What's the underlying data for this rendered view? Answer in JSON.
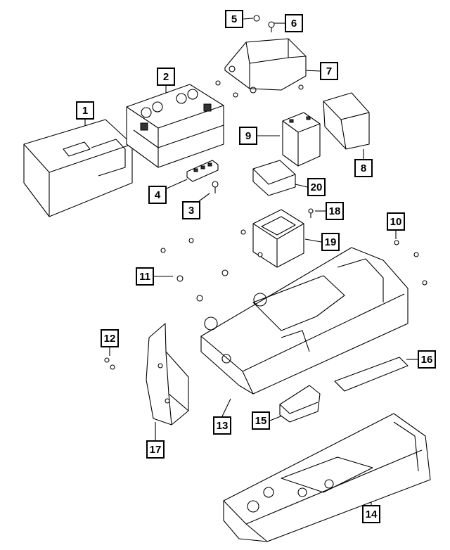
{
  "callouts": [
    {
      "id": "c1",
      "label": "1"
    },
    {
      "id": "c2",
      "label": "2"
    },
    {
      "id": "c3",
      "label": "3"
    },
    {
      "id": "c4",
      "label": "4"
    },
    {
      "id": "c5",
      "label": "5"
    },
    {
      "id": "c6",
      "label": "6"
    },
    {
      "id": "c7",
      "label": "7"
    },
    {
      "id": "c8",
      "label": "8"
    },
    {
      "id": "c9",
      "label": "9"
    },
    {
      "id": "c10",
      "label": "10"
    },
    {
      "id": "c11",
      "label": "11"
    },
    {
      "id": "c12",
      "label": "12"
    },
    {
      "id": "c13",
      "label": "13"
    },
    {
      "id": "c14",
      "label": "14"
    },
    {
      "id": "c15",
      "label": "15"
    },
    {
      "id": "c16",
      "label": "16"
    },
    {
      "id": "c17",
      "label": "17"
    },
    {
      "id": "c18",
      "label": "18"
    },
    {
      "id": "c19",
      "label": "19"
    },
    {
      "id": "c20",
      "label": "20"
    }
  ]
}
